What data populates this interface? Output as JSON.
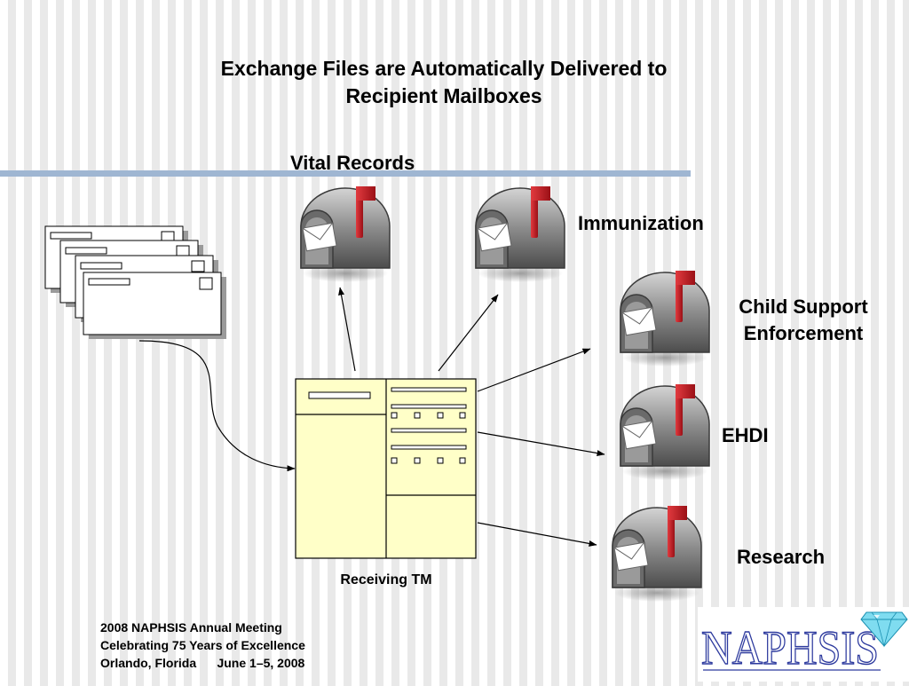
{
  "title_lines": [
    "Exchange Files are Automatically Delivered to",
    "Recipient Mailboxes"
  ],
  "receiver_label": "Receiving TM",
  "mailboxes": [
    {
      "label": "Vital Records"
    },
    {
      "label": "Immunization"
    },
    {
      "label_lines": [
        "Child Support",
        "Enforcement"
      ]
    },
    {
      "label": "EHDI"
    },
    {
      "label": "Research"
    }
  ],
  "footer": {
    "line1": "2008 NAPHSIS Annual Meeting",
    "line2": "Celebrating 75 Years of Excellence",
    "line3_left": "Orlando, Florida",
    "line3_right": "June 1–5, 2008"
  },
  "logo": {
    "text": "NAPHSIS",
    "icon": "diamond-icon"
  },
  "colors": {
    "accent_rule": "#9fb6d2",
    "flag": "#c8202a",
    "form_fill": "#ffffc8",
    "logo_blue": "#2d3a9e",
    "diamond": "#7fdcf0"
  }
}
